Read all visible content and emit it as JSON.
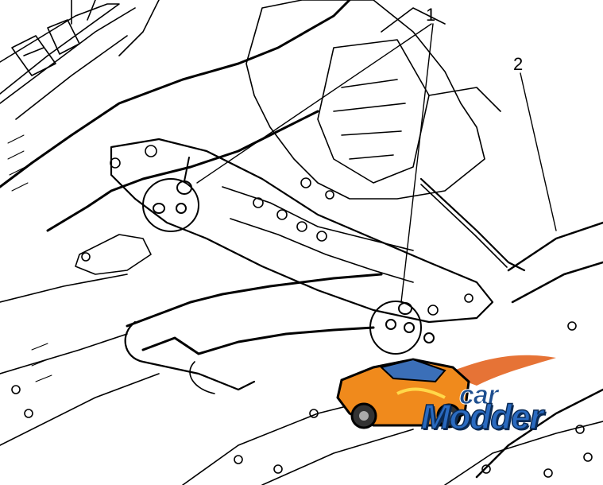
{
  "callouts": {
    "one": "1",
    "two": "2"
  },
  "logo": {
    "word1": "car",
    "word2": "Modder"
  },
  "colors": {
    "line": "#000000",
    "paper": "#ffffff",
    "logo_orange": "#f08a1c",
    "logo_blue": "#2a6ac0"
  }
}
